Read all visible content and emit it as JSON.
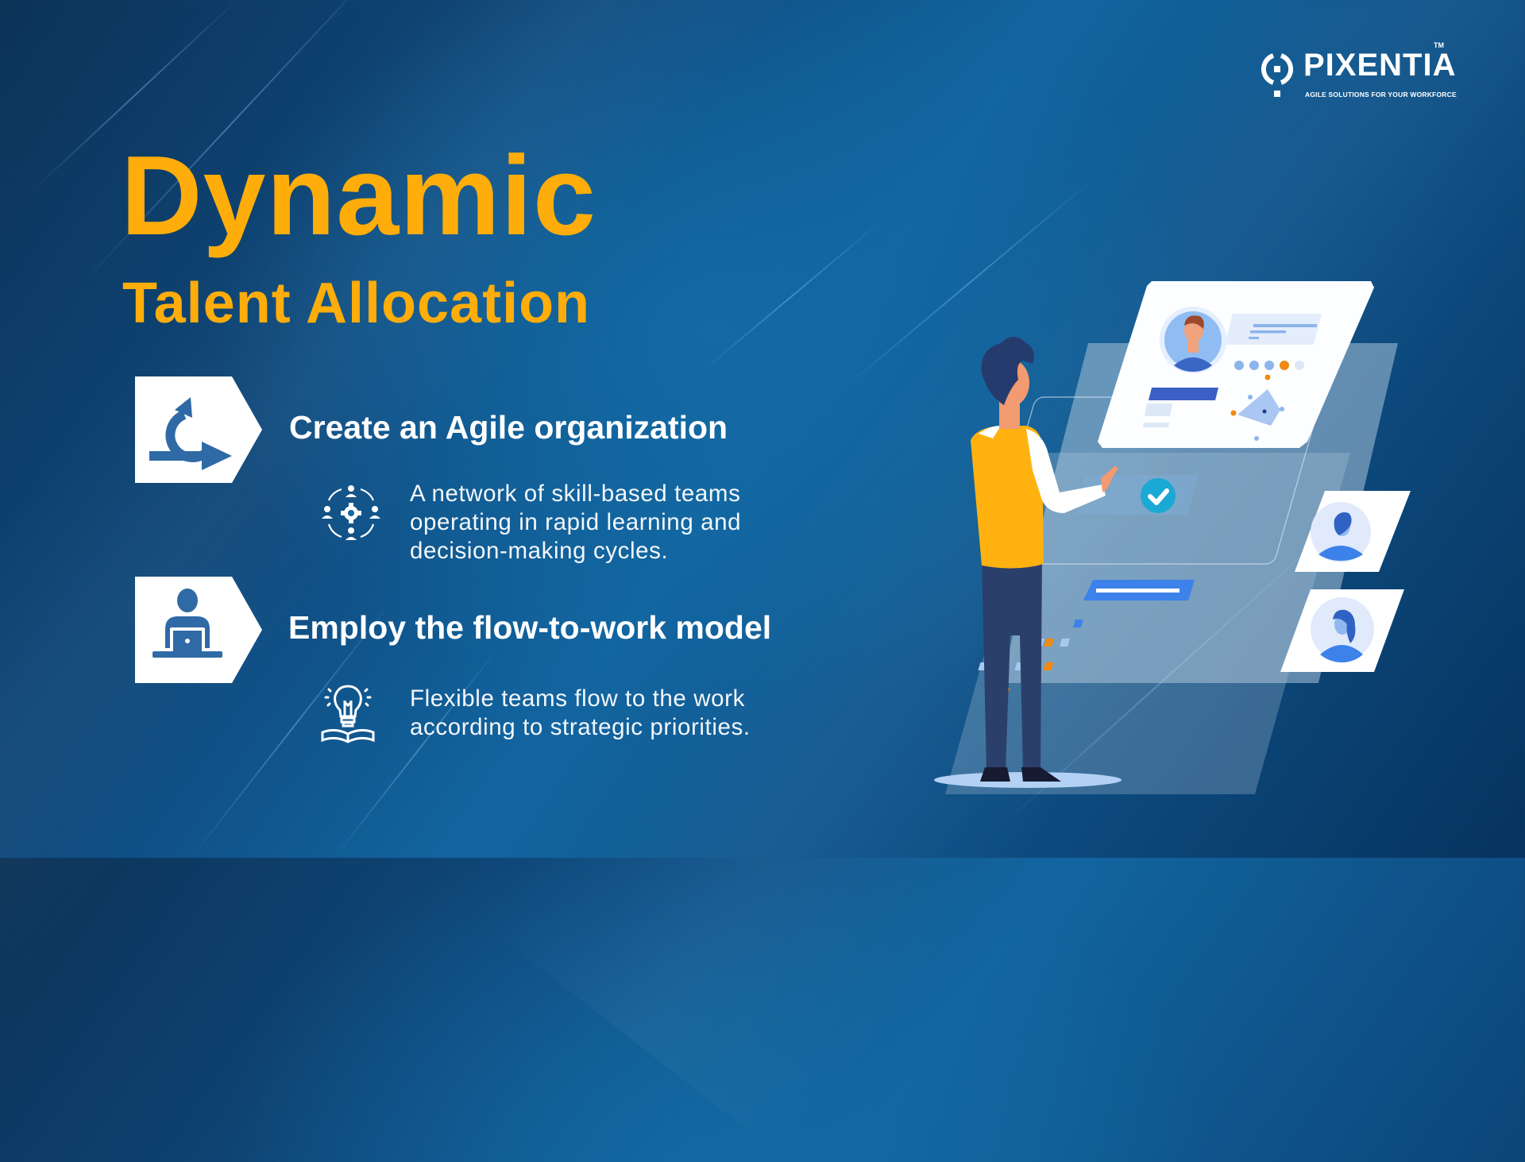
{
  "brand": {
    "name": "PIXENTIA",
    "trademark": "TM",
    "tagline": "AGILE SOLUTIONS FOR YOUR WORKFORCE"
  },
  "title": {
    "main": "Dynamic",
    "sub": "Talent Allocation"
  },
  "features": [
    {
      "heading": "Create an Agile organization",
      "badge_icon": "agile-cycle-icon",
      "detail_icon": "team-network-gear-icon",
      "detail_lines": [
        "A network of skill-based teams",
        "operating in rapid learning and",
        "decision-making cycles."
      ]
    },
    {
      "heading": "Employ the flow-to-work model",
      "badge_icon": "person-laptop-icon",
      "detail_icon": "lightbulb-book-icon",
      "detail_lines": [
        "Flexible teams flow to the work",
        "according to strategic priorities."
      ]
    }
  ],
  "illustration": {
    "description": "man-selecting-candidate-profiles",
    "cards": [
      "main-profile-card",
      "profile-card-man",
      "profile-card-woman"
    ]
  },
  "colors": {
    "accent_yellow": "#ffad0a",
    "background_dark": "#0c3358",
    "background_mid": "#1265a0",
    "icon_blue": "#2f6aa6",
    "white": "#ffffff",
    "card_blue": "#3b5fc4",
    "check_teal": "#1aa9d4",
    "orange_dot": "#f08a12"
  }
}
